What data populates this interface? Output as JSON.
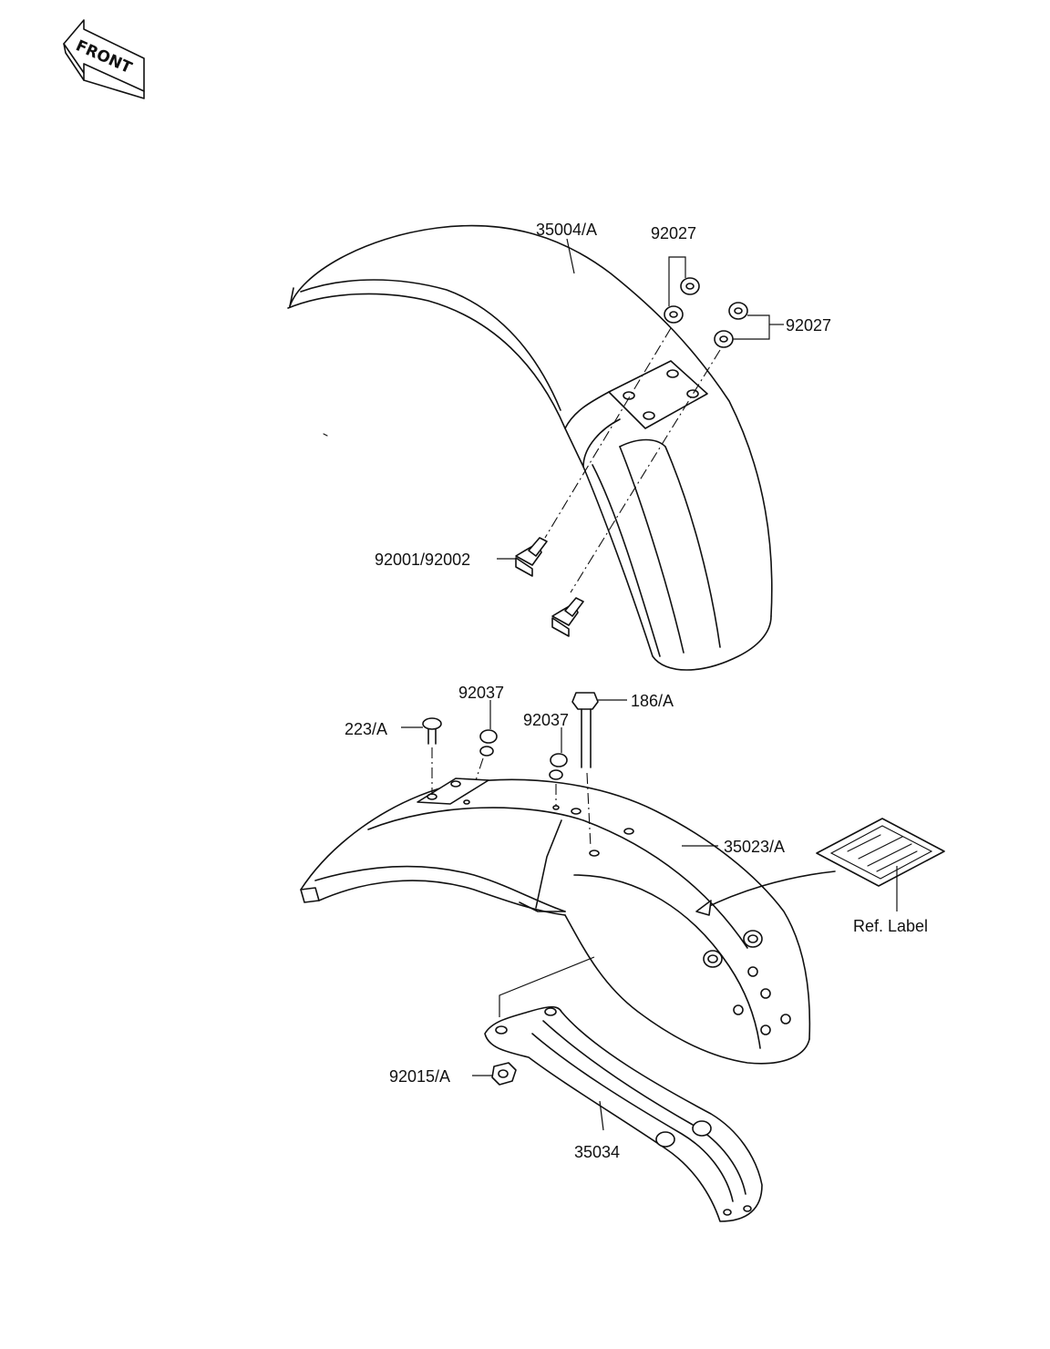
{
  "front_badge": {
    "text": "FRONT"
  },
  "labels": {
    "front_fender": "35004/A",
    "grommet_upper_left": "92027",
    "grommet_upper_right": "92027",
    "front_bolts": "92001/92002",
    "rear_bolt_left": "223/A",
    "clamp_left": "92037",
    "clamp_right": "92037",
    "rear_bolt_right": "186/A",
    "rear_fender": "35023/A",
    "ref_label": "Ref. Label",
    "nut": "92015/A",
    "stay": "35034"
  },
  "colors": {
    "ink": "#111111",
    "paper": "#ffffff"
  }
}
